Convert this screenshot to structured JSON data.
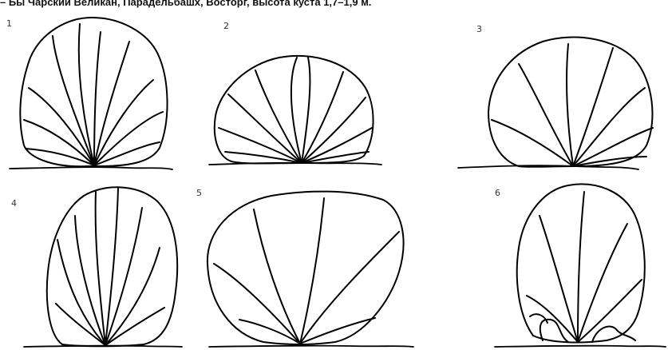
{
  "caption": "– Бы Чарский Великан, Парадельбашх, Восторг, высота куста 1,7–1,9 м.",
  "panels": [
    {
      "number": "1"
    },
    {
      "number": "2"
    },
    {
      "number": "3"
    },
    {
      "number": "4"
    },
    {
      "number": "5"
    },
    {
      "number": "6"
    }
  ]
}
